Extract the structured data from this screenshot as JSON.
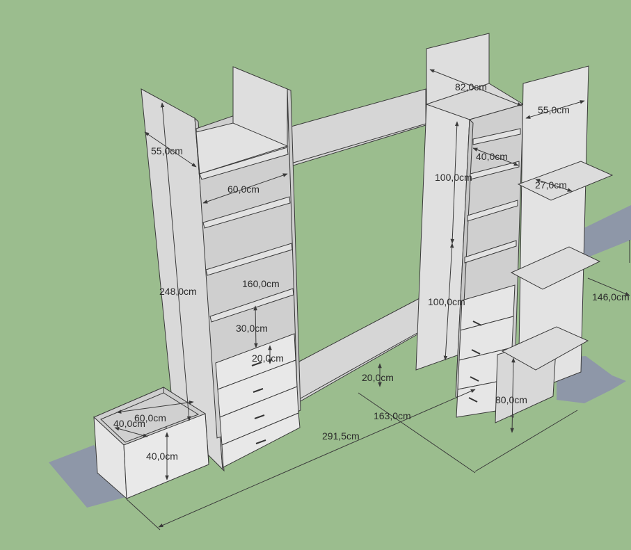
{
  "colors": {
    "background": "#9bbd8e",
    "panel": "#d6d6d6",
    "panel_light": "#e6e6e6",
    "panel_dark": "#c4c4c4",
    "edge": "#3a3a3a",
    "shadow": "#8e97a8",
    "dimension": "#3a3a3a"
  },
  "dimensions": {
    "left_tower_depth": "55,0cm",
    "left_tower_width": "60,0cm",
    "left_tower_height": "248,0cm",
    "left_tower_inner": "160,0cm",
    "left_shelf_gap": "30,0cm",
    "left_drawer_height": "20,0cm",
    "bottom_rail_height": "20,0cm",
    "box_width": "60,0cm",
    "box_depth": "40,0cm",
    "box_height": "40,0cm",
    "total_width": "291,5cm",
    "middle_width": "163,0cm",
    "right_top_width": "82,0cm",
    "right_depth": "55,0cm",
    "right_inner_width": "40,0cm",
    "right_shelf_depth": "27,0cm",
    "right_upper_height": "100,0cm",
    "right_lower_height": "100,0cm",
    "right_side_length": "146,0cm",
    "right_base_height": "80,0cm"
  }
}
